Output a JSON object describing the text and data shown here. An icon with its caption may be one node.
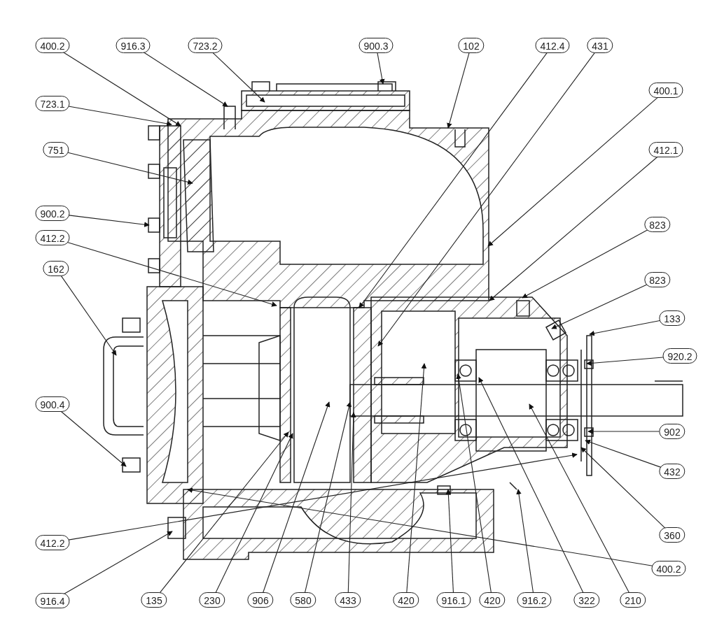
{
  "diagram": {
    "nodes": [
      {
        "text": [
          "400.2"
        ]
      },
      {
        "text": [
          "916.3"
        ]
      },
      {
        "text": [
          "723.2"
        ]
      },
      {
        "text": [
          "900.3"
        ]
      },
      {
        "text": [
          "102"
        ]
      },
      {
        "text": [
          "412.4"
        ]
      },
      {
        "text": [
          "431"
        ]
      },
      {
        "text": [
          "400.1"
        ]
      },
      {
        "text": [
          "723.1"
        ]
      },
      {
        "text": [
          "751"
        ]
      },
      {
        "text": [
          "412.1"
        ]
      },
      {
        "text": [
          "900.2"
        ]
      },
      {
        "text": [
          "823"
        ]
      },
      {
        "text": [
          "412.2"
        ]
      },
      {
        "text": [
          "162"
        ]
      },
      {
        "text": [
          "823"
        ]
      },
      {
        "text": [
          "133"
        ]
      },
      {
        "text": [
          "920.2"
        ]
      },
      {
        "text": [
          "900.4"
        ]
      },
      {
        "text": [
          "902"
        ]
      },
      {
        "text": [
          "432"
        ]
      },
      {
        "text": [
          "360"
        ]
      },
      {
        "text": [
          "412.2"
        ]
      },
      {
        "text": [
          "400.2"
        ]
      },
      {
        "text": [
          "916.4"
        ]
      },
      {
        "text": [
          "135"
        ]
      },
      {
        "text": [
          "230"
        ]
      },
      {
        "text": [
          "906"
        ]
      },
      {
        "text": [
          "580"
        ]
      },
      {
        "text": [
          "433"
        ]
      },
      {
        "text": [
          "420"
        ]
      },
      {
        "text": [
          "916.1"
        ]
      },
      {
        "text": [
          "420"
        ]
      },
      {
        "text": [
          "916.2"
        ]
      },
      {
        "text": [
          "322"
        ]
      },
      {
        "text": [
          "210"
        ]
      }
    ],
    "edges": [
      {
        "from": 0,
        "to": null,
        "arrow": "to"
      },
      {
        "from": 1,
        "to": null,
        "arrow": "to"
      },
      {
        "from": 2,
        "to": null,
        "arrow": "to"
      },
      {
        "from": 3,
        "to": null,
        "arrow": "to"
      },
      {
        "from": 4,
        "to": null,
        "arrow": "to"
      },
      {
        "from": 5,
        "to": null,
        "arrow": "to"
      },
      {
        "from": 6,
        "to": null,
        "arrow": "to"
      },
      {
        "from": 7,
        "to": null,
        "arrow": "to"
      },
      {
        "from": 8,
        "to": null,
        "arrow": "to"
      },
      {
        "from": 9,
        "to": null,
        "arrow": "to"
      },
      {
        "from": 10,
        "to": null,
        "arrow": "to"
      },
      {
        "from": 11,
        "to": null,
        "arrow": "to"
      },
      {
        "from": 12,
        "to": null,
        "arrow": "to"
      },
      {
        "from": 13,
        "to": null,
        "arrow": "to"
      },
      {
        "from": 14,
        "to": null,
        "arrow": "to"
      },
      {
        "from": 15,
        "to": null,
        "arrow": "to"
      },
      {
        "from": 16,
        "to": null,
        "arrow": "to"
      },
      {
        "from": 17,
        "to": null,
        "arrow": "to"
      },
      {
        "from": 18,
        "to": null,
        "arrow": "to"
      },
      {
        "from": 19,
        "to": null,
        "arrow": "to"
      },
      {
        "from": 20,
        "to": null,
        "arrow": "to"
      },
      {
        "from": 21,
        "to": null,
        "arrow": "to"
      },
      {
        "from": 22,
        "to": null,
        "arrow": "to"
      },
      {
        "from": 23,
        "to": null,
        "arrow": "to"
      },
      {
        "from": 24,
        "to": null,
        "arrow": "to"
      },
      {
        "from": 25,
        "to": null,
        "arrow": "to"
      },
      {
        "from": 26,
        "to": null,
        "arrow": "to"
      },
      {
        "from": 27,
        "to": null,
        "arrow": "to"
      },
      {
        "from": 28,
        "to": null,
        "arrow": "to"
      },
      {
        "from": 29,
        "to": null,
        "arrow": "to"
      },
      {
        "from": 30,
        "to": null,
        "arrow": "to"
      },
      {
        "from": 31,
        "to": null,
        "arrow": "to"
      },
      {
        "from": 32,
        "to": null,
        "arrow": "to"
      },
      {
        "from": 33,
        "to": null,
        "arrow": "to"
      },
      {
        "from": 34,
        "to": null,
        "arrow": "to"
      },
      {
        "from": 35,
        "to": null,
        "arrow": "to"
      }
    ]
  }
}
